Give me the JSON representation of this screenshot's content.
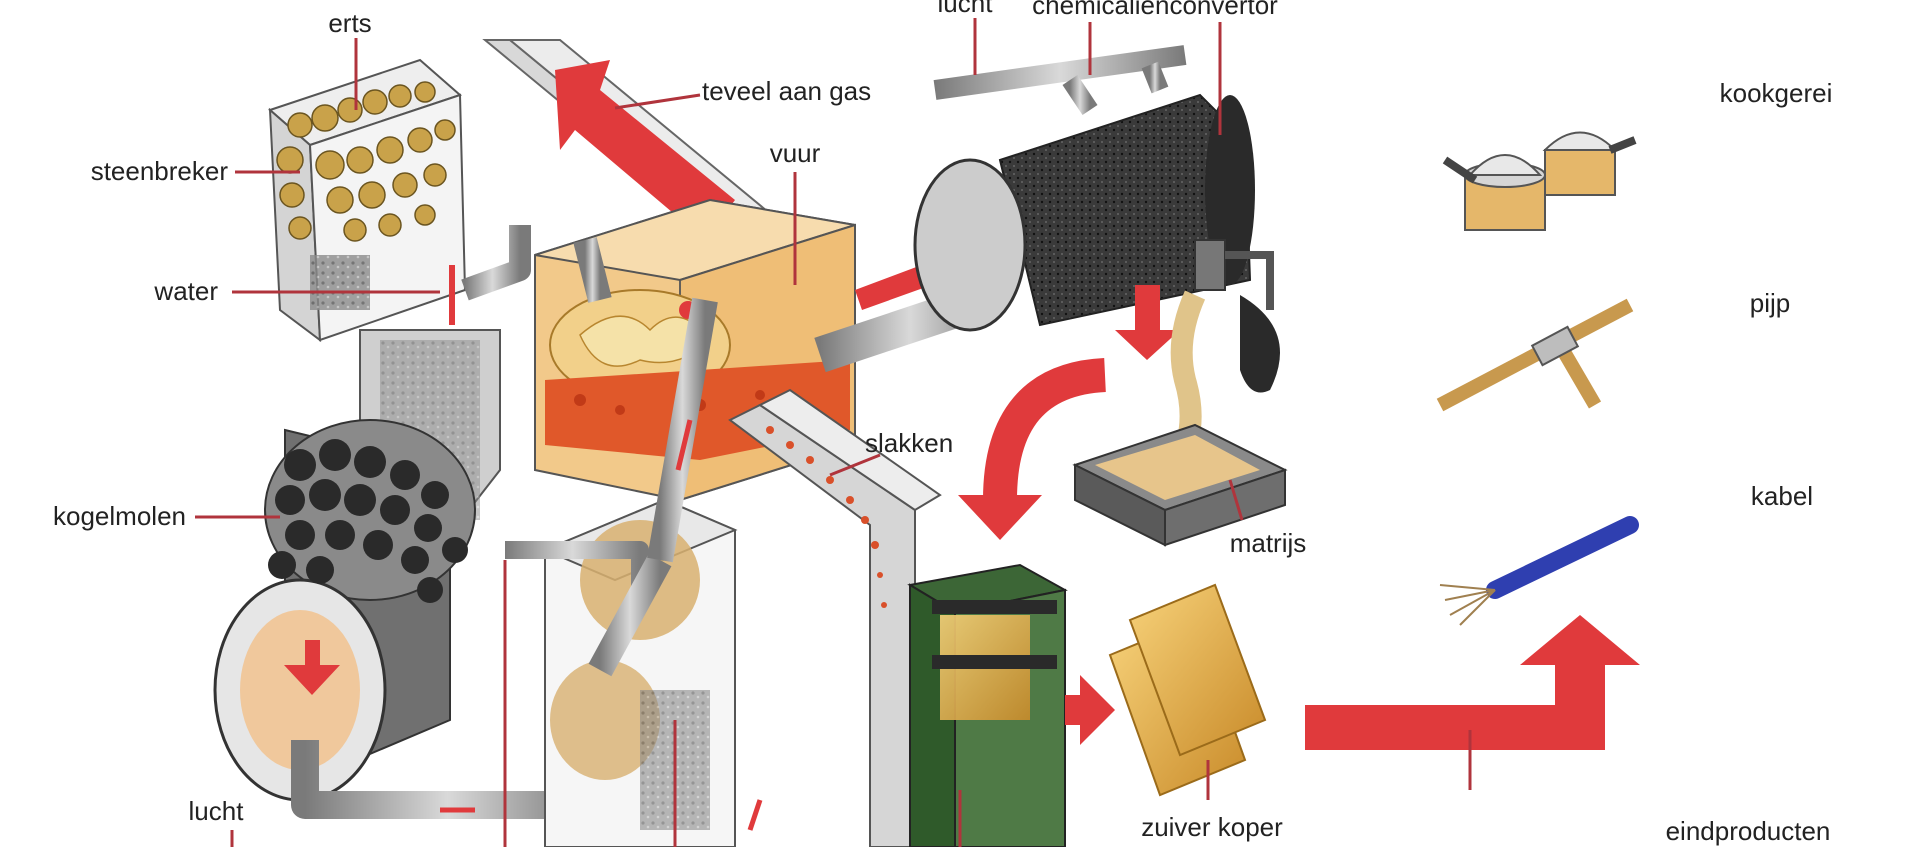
{
  "labels": {
    "erts": "erts",
    "steenbreker": "steenbreker",
    "water": "water",
    "kogelmolen": "kogelmolen",
    "lucht_bottom": "lucht",
    "teveel_aan_gas": "teveel aan gas",
    "vuur": "vuur",
    "slakken": "slakken",
    "lucht_top": "lucht",
    "chemicalienconvertor": "chemicaliënconvertor",
    "matrijs": "matrijs",
    "zuiver_koper": "zuiver koper",
    "kookgerei": "kookgerei",
    "pijp": "pijp",
    "kabel": "kabel",
    "eindproducten": "eindproducten"
  },
  "colors": {
    "arrow_red": "#e03a3c",
    "leader_line": "#b0343c",
    "ore": "#c9a24a",
    "pipe_grey": "#9a9a9a",
    "furnace_fill": "#f2c98a",
    "molten": "#e0582a",
    "converter": "#3a3a3a",
    "cathode_box": "#4f7a46",
    "copper": "#e8b04a",
    "cable_blue": "#2f3fb0"
  },
  "icons": [
    "steenbreker-icon",
    "kogelmolen-icon",
    "oven-icon",
    "convertor-icon",
    "matrijs-icon",
    "elektrolyse-icon",
    "koperplaten-icon",
    "kookgerei-icon",
    "pijp-icon",
    "kabel-icon"
  ]
}
